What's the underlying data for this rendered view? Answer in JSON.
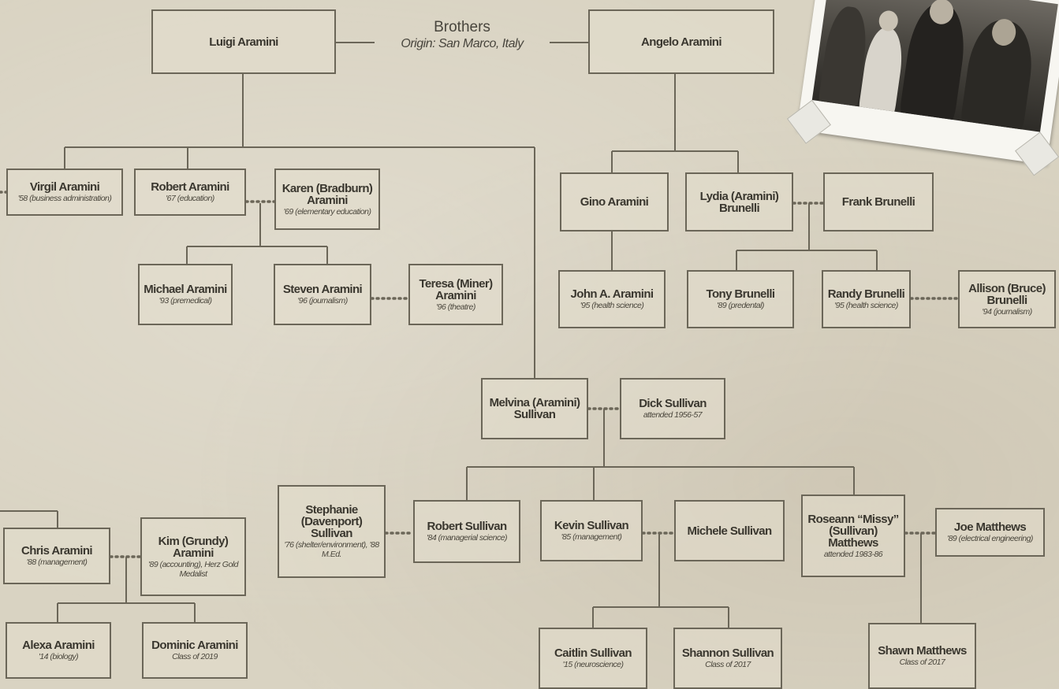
{
  "header": {
    "title": "Brothers",
    "subtitle": "Origin: San Marco, Italy"
  },
  "nodes": {
    "luigi": {
      "name": "Luigi Aramini",
      "detail": ""
    },
    "angelo": {
      "name": "Angelo Aramini",
      "detail": ""
    },
    "virgil": {
      "name": "Virgil Aramini",
      "detail": "'58 (business administration)"
    },
    "robert_a": {
      "name": "Robert Aramini",
      "detail": "'67 (education)"
    },
    "karen": {
      "name": "Karen (Bradburn) Aramini",
      "detail": "'69 (elementary education)"
    },
    "michael": {
      "name": "Michael Aramini",
      "detail": "'93 (premedical)"
    },
    "steven": {
      "name": "Steven Aramini",
      "detail": "'96 (journalism)"
    },
    "teresa": {
      "name": "Teresa (Miner) Aramini",
      "detail": "'96 (theatre)"
    },
    "gino": {
      "name": "Gino Aramini",
      "detail": ""
    },
    "lydia": {
      "name": "Lydia (Aramini) Brunelli",
      "detail": ""
    },
    "frank": {
      "name": "Frank Brunelli",
      "detail": ""
    },
    "john": {
      "name": "John A. Aramini",
      "detail": "'95 (health science)"
    },
    "tony": {
      "name": "Tony Brunelli",
      "detail": "'89 (predental)"
    },
    "randy": {
      "name": "Randy Brunelli",
      "detail": "'95 (health science)"
    },
    "allison": {
      "name": "Allison (Bruce) Brunelli",
      "detail": "'94 (journalism)"
    },
    "melvina": {
      "name": "Melvina (Aramini) Sullivan",
      "detail": ""
    },
    "dick": {
      "name": "Dick Sullivan",
      "detail": "attended 1956-57"
    },
    "stephanie": {
      "name": "Stephanie (Davenport) Sullivan",
      "detail": "'76 (shelter/environment), '88 M.Ed."
    },
    "robert_s": {
      "name": "Robert Sullivan",
      "detail": "'84 (managerial science)"
    },
    "kevin": {
      "name": "Kevin Sullivan",
      "detail": "'85 (management)"
    },
    "michele": {
      "name": "Michele Sullivan",
      "detail": ""
    },
    "roseann": {
      "name": "Roseann “Missy” (Sullivan) Matthews",
      "detail": "attended 1983-86"
    },
    "joe": {
      "name": "Joe Matthews",
      "detail": "'89 (electrical engineering)"
    },
    "chris": {
      "name": "Chris Aramini",
      "detail": "'88 (management)"
    },
    "kim": {
      "name": "Kim (Grundy) Aramini",
      "detail": "'89 (accounting), Herz Gold Medalist"
    },
    "alexa": {
      "name": "Alexa Aramini",
      "detail": "'14 (biology)"
    },
    "dominic": {
      "name": "Dominic Aramini",
      "detail": "Class of 2019"
    },
    "caitlin": {
      "name": "Caitlin Sullivan",
      "detail": "'15 (neuroscience)"
    },
    "shannon": {
      "name": "Shannon Sullivan",
      "detail": "Class of 2017"
    },
    "shawn": {
      "name": "Shawn Matthews",
      "detail": "Class of 2017"
    }
  },
  "colors": {
    "line": "#6b6658",
    "background": "#d9d3c2"
  }
}
